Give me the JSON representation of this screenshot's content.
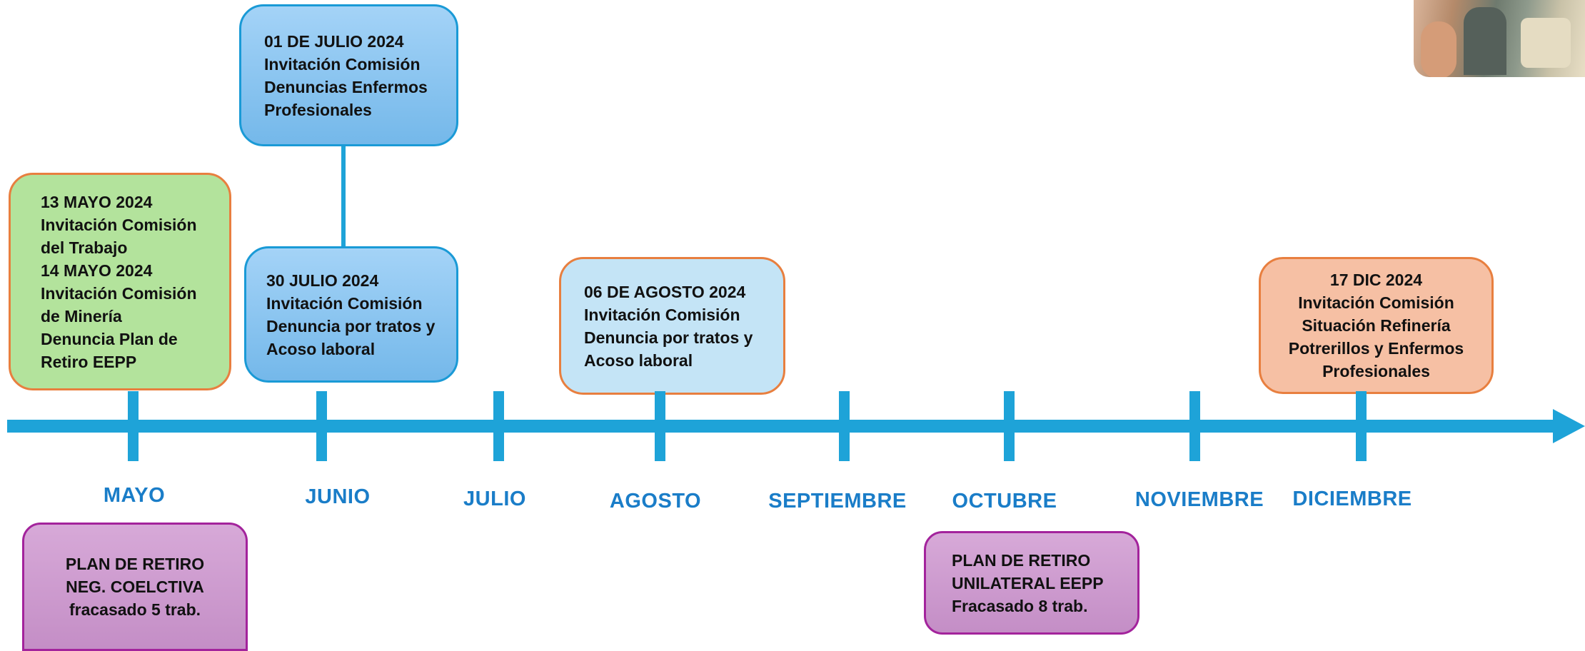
{
  "timeline": {
    "months": [
      "MAYO",
      "JUNIO",
      "JULIO",
      "AGOSTO",
      "SEPTIEMBRE",
      "OCTUBRE",
      "NOVIEMBRE",
      "DICIEMBRE"
    ]
  },
  "events": {
    "may": [
      "13 MAYO 2024",
      "Invitación Comisión",
      "del Trabajo",
      "14 MAYO 2024",
      "Invitación Comisión",
      "de Minería",
      "Denuncia Plan de",
      "Retiro EEPP"
    ],
    "jul1": [
      "01 DE JULIO 2024",
      "Invitación Comisión",
      "Denuncias Enfermos",
      "Profesionales"
    ],
    "jul30": [
      "30 JULIO 2024",
      "Invitación Comisión",
      "Denuncia por tratos y",
      "Acoso laboral"
    ],
    "aug6": [
      "06 DE AGOSTO 2024",
      "Invitación Comisión",
      "Denuncia por tratos y",
      "Acoso laboral"
    ],
    "dec17": [
      "17 DIC 2024",
      "Invitación Comisión",
      "Situación Refinería",
      "Potrerillos y Enfermos",
      "Profesionales"
    ]
  },
  "notes": {
    "may": [
      "PLAN DE RETIRO",
      "NEG. COELCTIVA",
      "fracasado 5 trab."
    ],
    "oct": [
      "PLAN DE RETIRO",
      "UNILATERAL EEPP",
      "Fracasado  8 trab."
    ]
  },
  "colors": {
    "axis": "#1ea3d8",
    "month_text": "#1a7dc8",
    "green_box": "#b3e39c",
    "blue_box": "#8cc6f0",
    "light_blue_box": "#c4e4f6",
    "peach_box": "#f6c0a4",
    "purple_box": "#cc99cd",
    "orange_border": "#e87f3f",
    "purple_border": "#a3239c"
  }
}
